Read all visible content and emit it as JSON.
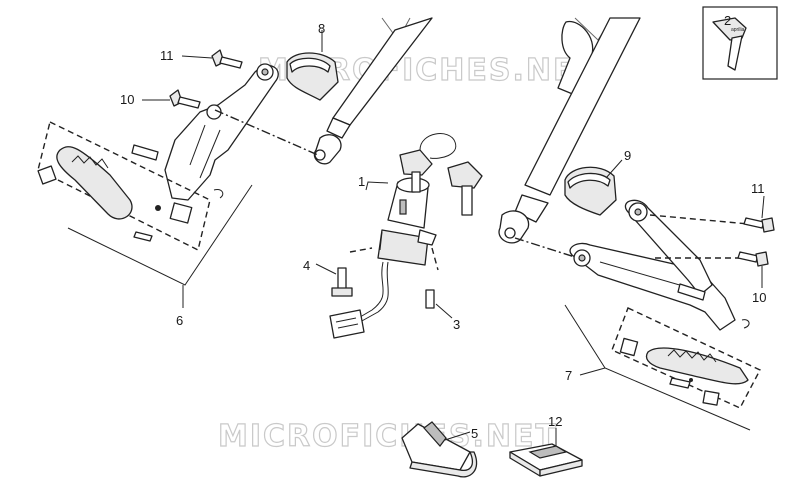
{
  "watermark": "MICROFICHES.NET",
  "callouts": {
    "c1": "1",
    "c2": "2",
    "c3": "3",
    "c4": "4",
    "c5": "5",
    "c6": "6",
    "c7": "7",
    "c8": "8",
    "c9": "9",
    "c10a": "10",
    "c10b": "10",
    "c11a": "11",
    "c11b": "11",
    "c12": "12"
  },
  "key_brand": "aprilia"
}
